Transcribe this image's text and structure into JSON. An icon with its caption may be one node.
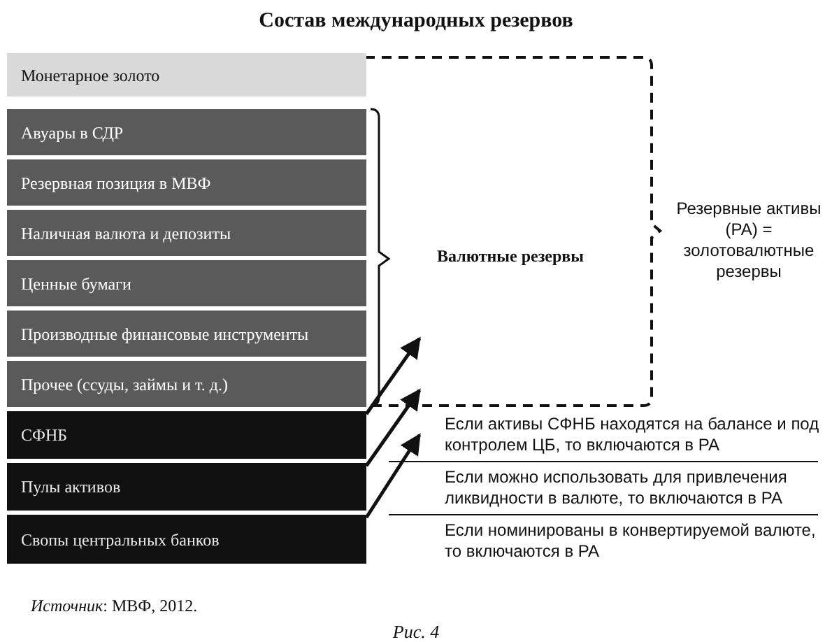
{
  "diagram": {
    "title": "Состав международных резервов",
    "caption": "Рис. 4",
    "nodes": [
      {
        "text": [
          "Монетарное золото"
        ]
      },
      {
        "text": [
          "Авуары в СДР"
        ]
      },
      {
        "text": [
          "Резервная позиция в МВФ"
        ]
      },
      {
        "text": [
          "Наличная валюта и депозиты"
        ]
      },
      {
        "text": [
          "Ценные бумаги"
        ]
      },
      {
        "text": [
          "Производные финансовые инструменты"
        ]
      },
      {
        "text": [
          "Прочее (ссуды, займы и т. д.)"
        ]
      },
      {
        "text": [
          "СФНБ"
        ]
      },
      {
        "text": [
          "Пулы активов"
        ]
      },
      {
        "text": [
          "Свопы центральных банков"
        ]
      },
      {
        "text": [
          "Валютные резервы"
        ]
      },
      {
        "text": [
          "Резервные активы (PA) = золотовалютные резервы"
        ]
      }
    ],
    "edges": [
      {
        "from": 7,
        "to": null,
        "arrow": "to"
      },
      {
        "from": 8,
        "to": null,
        "arrow": "to"
      },
      {
        "from": 9,
        "to": null,
        "arrow": "to"
      }
    ],
    "labels": [
      "Если активы СФНБ находятся на балансе и под контролем ЦБ, то включаются в PA",
      "Если можно использовать для привлечения ликвидности в валюте, то включаются в PA",
      "Если номинированы в конвертируемой валюте, то включаются в PA",
      "*Источник*: МВФ, 2012."
    ]
  }
}
